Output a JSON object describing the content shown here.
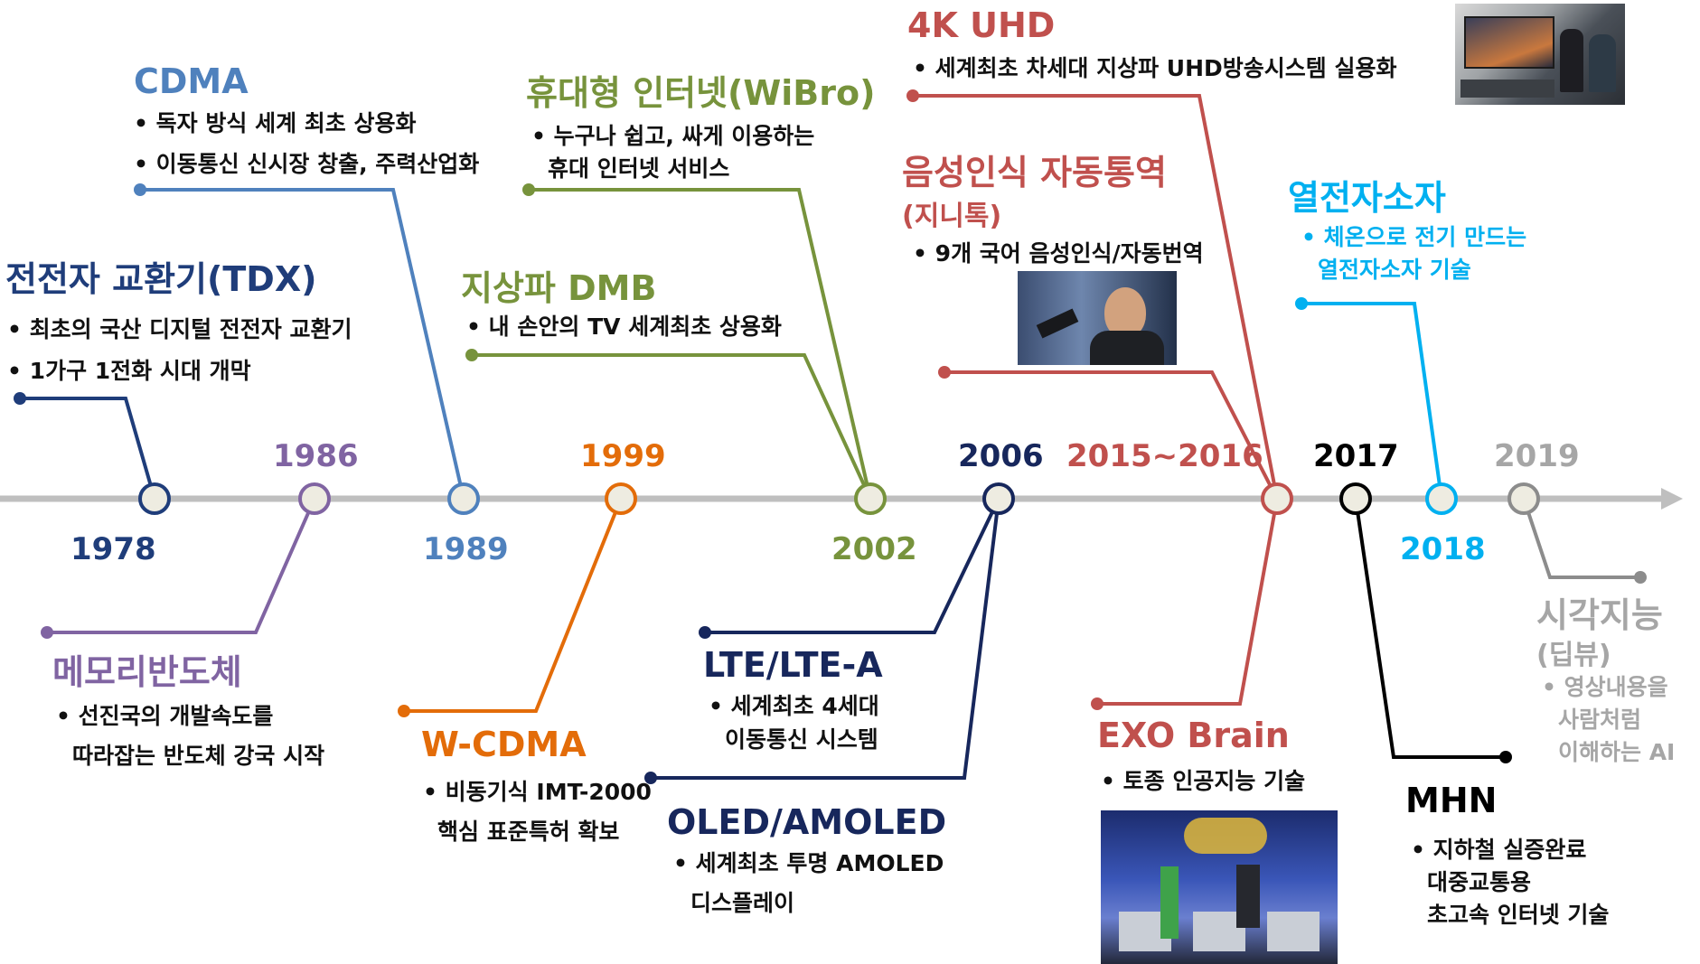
{
  "colors": {
    "tdx": "#1f3d7a",
    "cdma": "#4f81bd",
    "memory": "#8064a2",
    "wcdma": "#e36c09",
    "wibro": "#77933c",
    "dmb": "#77933c",
    "lte": "#17275c",
    "oled": "#17275c",
    "red": "#c0504d",
    "thermo": "#00b0f0",
    "mhn": "#000000",
    "vision": "#8c8c8c",
    "axis": "#bfbfbf",
    "node_fill": "#eeece1"
  },
  "years": {
    "y1978": "1978",
    "y1986": "1986",
    "y1989": "1989",
    "y1999": "1999",
    "y2002": "2002",
    "y2006": "2006",
    "y2015": "2015~2016",
    "y2017": "2017",
    "y2018": "2018",
    "y2019": "2019"
  },
  "events": {
    "tdx": {
      "title": "전전자 교환기(TDX)",
      "bullets": [
        "• 최초의 국산 디지털 전전자 교환기",
        "• 1가구 1전화 시대 개막"
      ]
    },
    "cdma": {
      "title": "CDMA",
      "bullets": [
        "• 독자 방식 세계 최초 상용화",
        "• 이동통신 신시장 창출, 주력산업화"
      ]
    },
    "memory": {
      "title": "메모리반도체",
      "bullets": [
        "• 선진국의 개발속도를",
        "따라잡는 반도체 강국 시작"
      ]
    },
    "wcdma": {
      "title": "W-CDMA",
      "bullets": [
        "• 비동기식 IMT-2000",
        "핵심 표준특허 확보"
      ]
    },
    "wibro": {
      "title": "휴대형 인터넷(WiBro)",
      "bullets": [
        "• 누구나 쉽고, 싸게 이용하는",
        "휴대  인터넷 서비스"
      ]
    },
    "dmb": {
      "title": "지상파 DMB",
      "bullets": [
        "• 내 손안의 TV 세계최초 상용화"
      ]
    },
    "lte": {
      "title": "LTE/LTE-A",
      "bullets": [
        "• 세계최초 4세대",
        "이동통신 시스템"
      ]
    },
    "oled": {
      "title": "OLED/AMOLED",
      "bullets": [
        "• 세계최초 투명 AMOLED",
        "디스플레이"
      ]
    },
    "uhd": {
      "title": "4K UHD",
      "bullets": [
        "• 세계최초 차세대 지상파  UHD방송시스템 실용화"
      ]
    },
    "voice": {
      "title": "음성인식 자동통역",
      "subtitle": "(지니톡)",
      "bullets": [
        "• 9개 국어 음성인식/자동번역"
      ]
    },
    "exo": {
      "title": "EXO Brain",
      "bullets": [
        "• 토종 인공지능 기술"
      ]
    },
    "thermo": {
      "title": "열전자소자",
      "bullets": [
        "• 체온으로 전기 만드는",
        "열전자소자 기술"
      ]
    },
    "mhn": {
      "title": "MHN",
      "bullets": [
        "• 지하철 실증완료",
        "대중교통용",
        "초고속 인터넷 기술"
      ]
    },
    "vision": {
      "title": "시각지능",
      "subtitle": "(딥뷰)",
      "bullets": [
        "• 영상내용을",
        "사람처럼",
        "이해하는 AI"
      ]
    }
  }
}
